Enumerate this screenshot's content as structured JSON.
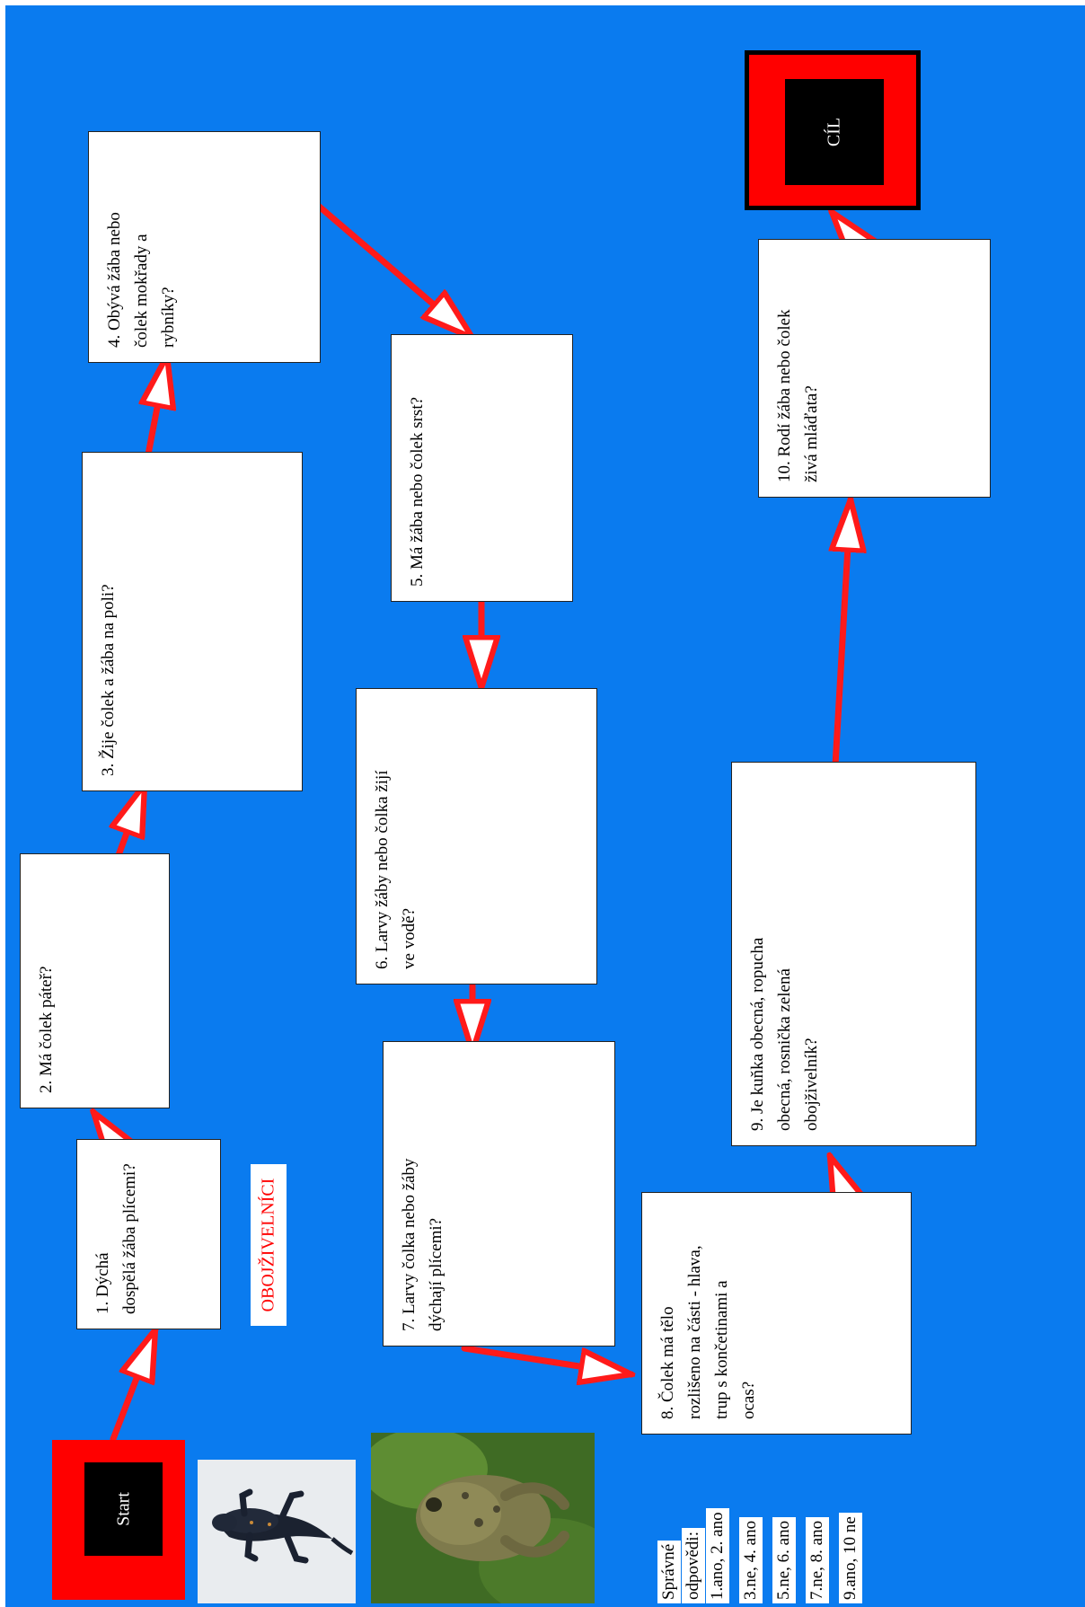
{
  "start_label": "Start",
  "finish_label": "CÍL",
  "title": "OBOJŽIVELNÍCI",
  "questions": [
    {
      "n": 1,
      "text": "1. Dýchá\ndospělá žába plícemi?"
    },
    {
      "n": 2,
      "text": "2. Má čolek páteř?"
    },
    {
      "n": 3,
      "text": "3. Žije čolek a žába na poli?"
    },
    {
      "n": 4,
      "text": "4. Obývá žába nebo\nčolek mokřady a\nrybníky?"
    },
    {
      "n": 5,
      "text": "5. Má žába nebo čolek srst?"
    },
    {
      "n": 6,
      "text": "6. Larvy žáby nebo čolka žijí\nve vodě?"
    },
    {
      "n": 7,
      "text": "7. Larvy čolka nebo žáby\ndýchají plícemi?"
    },
    {
      "n": 8,
      "text": "8. Čolek má tělo\nrozlišeno na části - hlava,\ntrup s končetinami a\nocas?"
    },
    {
      "n": 9,
      "text": "9. Je kuňka obecná, ropucha\nobecná, rosnička zelená\nobojživelník?"
    },
    {
      "n": 10,
      "text": "10. Rodí žába nebo čolek\nživá mláďata?"
    }
  ],
  "answers": {
    "heading": [
      "Správné",
      "odpovědi:"
    ],
    "lines": [
      "1.ano, 2. ano",
      "3.ne, 4. ano",
      "5.ne, 6. ano",
      "7.ne, 8. ano",
      "9.ano, 10 ne"
    ]
  },
  "colors": {
    "background": "#0a7bef",
    "arrow": "#ff1a1a",
    "box_frame": "#ff0000"
  },
  "images": [
    "newt-photo",
    "frog-photo"
  ]
}
